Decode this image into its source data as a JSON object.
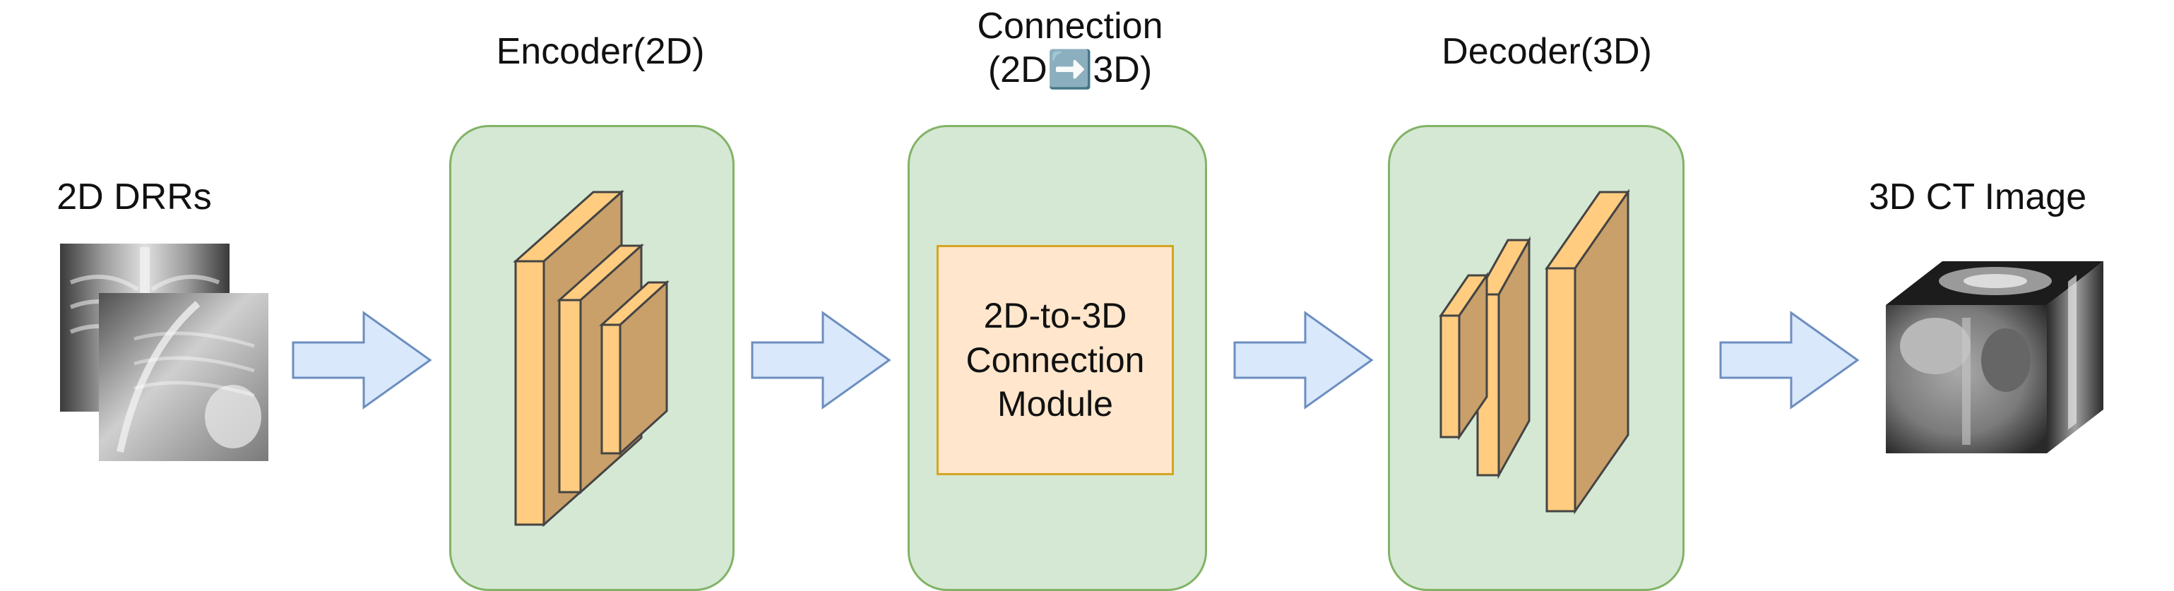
{
  "stages": {
    "input_label": "2D DRRs",
    "encoder_title": "Encoder(2D)",
    "connection_title_line1": "Connection",
    "connection_title_line2": "(2D➡️3D)",
    "connection_module_line1": "2D-to-3D",
    "connection_module_line2": "Connection",
    "connection_module_line3": "Module",
    "decoder_title": "Decoder(3D)",
    "output_label": "3D CT Image"
  },
  "colors": {
    "panel_fill": "#d5e8d4",
    "panel_border": "#82b366",
    "arrow_fill": "#dae8fc",
    "arrow_border": "#6c8ebf",
    "block_front": "#ffcc80",
    "block_side": "#c9a06a",
    "module_fill": "#ffe6cc",
    "module_border": "#d6a520"
  }
}
